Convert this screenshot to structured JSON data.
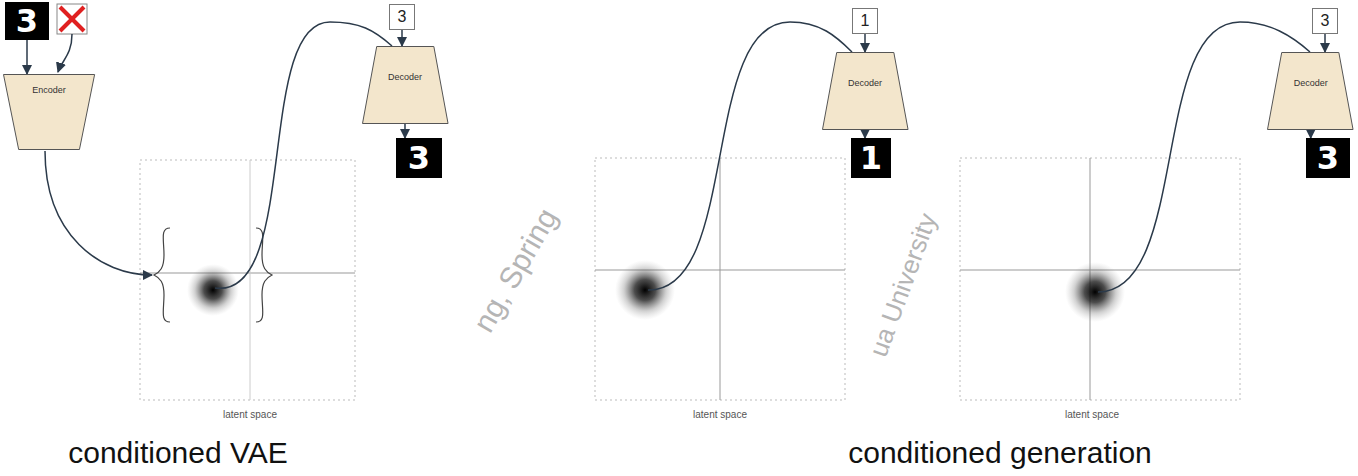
{
  "diagram": {
    "nodes": [
      {
        "text": [
          "3"
        ]
      },
      {
        "text": [
          "Encoder"
        ]
      },
      {
        "text": [
          "3"
        ]
      },
      {
        "text": [
          "Decoder"
        ]
      },
      {
        "text": [
          "3"
        ]
      },
      {
        "text": [
          "1"
        ]
      },
      {
        "text": [
          "Decoder"
        ]
      },
      {
        "text": [
          "1"
        ]
      },
      {
        "text": [
          "3"
        ]
      },
      {
        "text": [
          "Decoder"
        ]
      },
      {
        "text": [
          "3"
        ]
      }
    ],
    "edges": [
      {
        "from": 0,
        "to": 1,
        "arrow": "to"
      },
      {
        "from": 2,
        "to": 3,
        "arrow": "to"
      },
      {
        "from": 3,
        "to": 4,
        "arrow": "to"
      },
      {
        "from": 5,
        "to": 6,
        "arrow": "to"
      },
      {
        "from": 6,
        "to": 7,
        "arrow": "to"
      },
      {
        "from": 8,
        "to": 9,
        "arrow": "to"
      },
      {
        "from": 9,
        "to": 10,
        "arrow": "to"
      }
    ],
    "labels": [
      "latent space",
      "latent space",
      "latent space",
      "conditioned VAE",
      "conditioned generation",
      "ng, Spring",
      "ua University"
    ]
  }
}
